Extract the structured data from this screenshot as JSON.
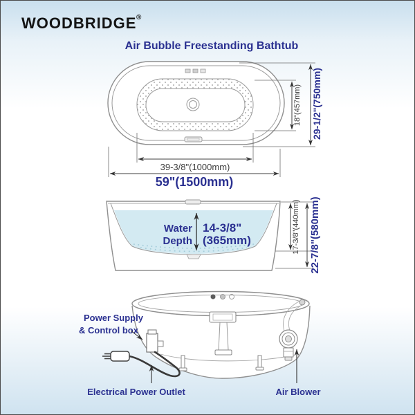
{
  "header": {
    "logo": "WOODBRIDGE",
    "registered": "®",
    "title": "Air Bubble Freestanding Bathtub"
  },
  "top_view": {
    "length_inner": "39-3/8\"(1000mm)",
    "length_outer": "59\"(1500mm)",
    "width_inner": "18\"(457mm)",
    "width_outer": "29-1/2\"(750mm)"
  },
  "side_view": {
    "water_word1": "Water",
    "water_word2": "Depth",
    "depth_in": "14-3/8\"",
    "depth_mm": "(365mm)",
    "height_inner": "17-3/8\"(440mm)",
    "height_outer": "22-7/8\"(580mm)"
  },
  "bottom_view": {
    "power_supply_line1": "Power Supply",
    "power_supply_line2": "& Control box",
    "outlet": "Electrical Power Outlet",
    "blower": "Air Blower"
  },
  "colors": {
    "navy": "#2b3191",
    "water": "#d3eaf2",
    "tub_line": "#8f8f8f",
    "dim_line": "#3f3f3f"
  }
}
